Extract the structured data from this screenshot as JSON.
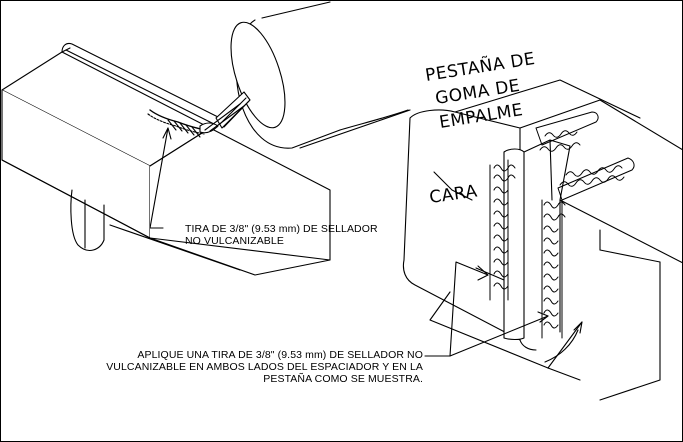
{
  "figure": {
    "callout_sealer": {
      "line1": "TIRA DE 3/8\" (9.53 mm) DE SELLADOR",
      "line2": "NO VULCANIZABLE"
    },
    "callout_apply": {
      "line1": "APLIQUE UNA TIRA DE 3/8\" (9.53 mm) DE SELLADOR NO",
      "line2": "VULCANIZABLE EN AMBOS LADOS DEL ESPACIADOR Y EN LA",
      "line3": "PESTAÑA COMO SE MUESTRA."
    },
    "label_tab": {
      "line1": "PESTAÑA DE",
      "line2": "GOMA DE",
      "line3": "EMPALME"
    },
    "label_face": "CARA"
  },
  "colors": {
    "ink": "#000000",
    "paper": "#ffffff"
  }
}
